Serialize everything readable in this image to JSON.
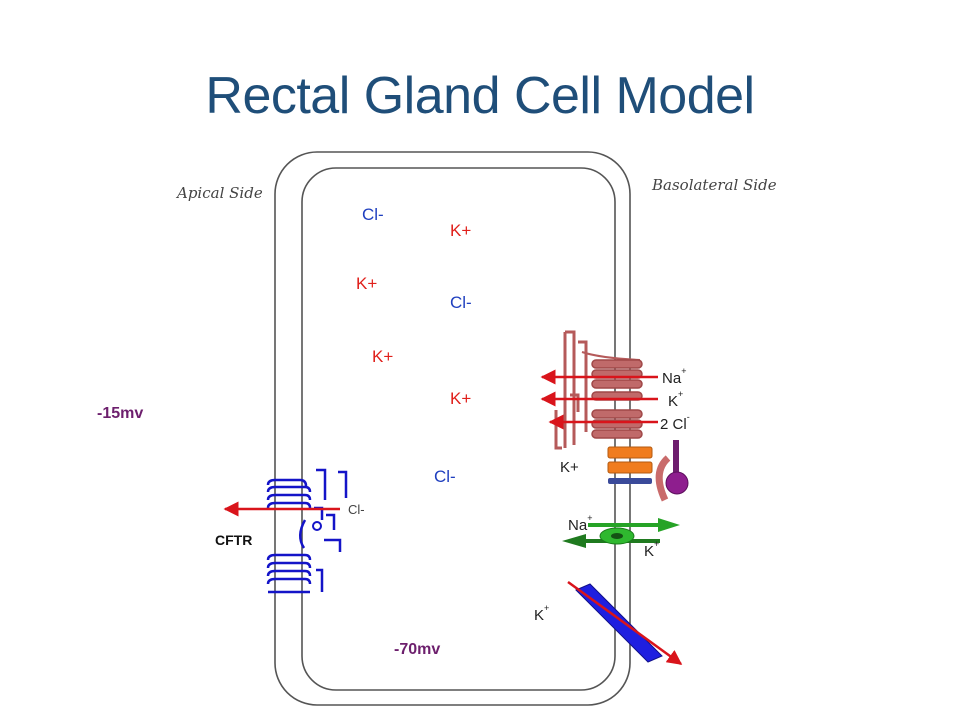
{
  "title": "Rectal Gland Cell Model",
  "sides": {
    "apical": "Apical Side",
    "basolateral": "Basolateral Side"
  },
  "potentials": {
    "apical": "-15mv",
    "cell": "-70mv"
  },
  "cytoplasm_ions": [
    "Cl-",
    "K+",
    "K+",
    "Cl-",
    "K+",
    "K+",
    "Cl-"
  ],
  "cotransporter": {
    "na": "Na",
    "k": "K",
    "cl_prefix": "2 Cl",
    "plus": "+",
    "minus": "-"
  },
  "k_channel_label": "K+",
  "pump": {
    "na": "Na",
    "k": "K",
    "plus": "+"
  },
  "k_leak": {
    "k": "K",
    "plus": "+"
  },
  "cftr": {
    "label": "CFTR",
    "ion": "Cl-"
  },
  "colors": {
    "title": "#1f4e79",
    "chloride": "#1f3fbf",
    "potassium": "#e0201b",
    "potential": "#6d1f6d",
    "arrow": "#d9141b",
    "pump": "#26a326",
    "channel": "#1b1bd6"
  }
}
